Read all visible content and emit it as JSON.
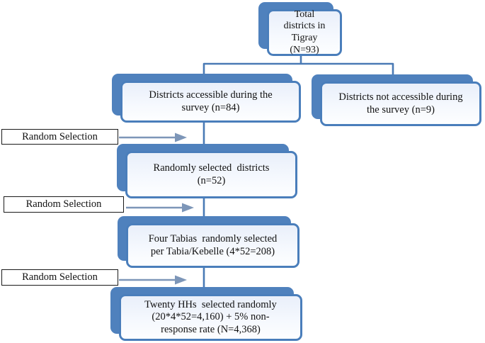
{
  "diagram": {
    "type": "flowchart",
    "nodes": [
      {
        "id": "total_districts",
        "text": "Total\ndistricts in\nTigray\n(N=93)"
      },
      {
        "id": "accessible_districts",
        "text": "Districts accessible during the\nsurvey (n=84)"
      },
      {
        "id": "not_accessible_districts",
        "text": "Districts not accessible during\nthe survey (n=9)"
      },
      {
        "id": "randomly_selected_districts",
        "text": "Randomly selected  districts\n(n=52)"
      },
      {
        "id": "tabias_selected",
        "text": "Four Tabias  randomly selected\nper Tabia/Kebelle (4*52=208)"
      },
      {
        "id": "households_selected",
        "text": "Twenty HHs  selected randomly\n(20*4*52=4,160) + 5% non-\nresponse rate (N=4,368)"
      }
    ],
    "labels": [
      {
        "text": "Random Selection"
      },
      {
        "text": "Random Selection"
      },
      {
        "text": "Random Selection"
      }
    ],
    "edges": [
      {
        "from": "total_districts",
        "to": "accessible_districts"
      },
      {
        "from": "total_districts",
        "to": "not_accessible_districts"
      },
      {
        "from": "accessible_districts",
        "to": "randomly_selected_districts",
        "label": "Random Selection"
      },
      {
        "from": "randomly_selected_districts",
        "to": "tabias_selected",
        "label": "Random Selection"
      },
      {
        "from": "tabias_selected",
        "to": "households_selected",
        "label": "Random Selection"
      }
    ],
    "colors": {
      "node_border": "#4a7ebb",
      "node_shadow": "#4f81bd",
      "node_fill_top": "#e9effa",
      "node_fill_bottom": "#fdfeff",
      "connector": "#4a7ab5",
      "arrow": "#7d96b8",
      "label_border": "#1a1a1a",
      "background": "#ffffff",
      "text": "#111111"
    }
  }
}
